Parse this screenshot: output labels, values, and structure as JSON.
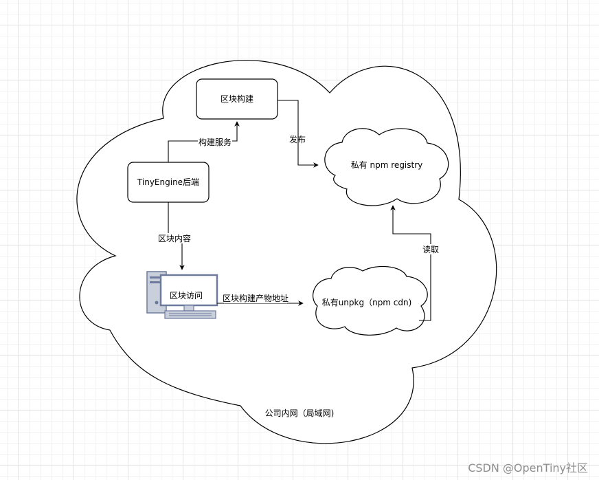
{
  "nodes": {
    "block_build": "区块构建",
    "tinyengine_backend": "TinyEngine后端",
    "npm_registry": "私有 npm registry",
    "block_access": "区块访问",
    "unpkg_cdn": "私有unpkg（npm cdn)",
    "intranet": "公司内网（局域网)"
  },
  "edges": {
    "build_service": "构建服务",
    "publish": "发布",
    "block_content": "区块内容",
    "artifact_address": "区块构建产物地址",
    "read": "读取"
  },
  "watermark": "CSDN @OpenTiny社区",
  "colors": {
    "stroke": "#000000",
    "computer_body": "#c9d0dc",
    "computer_frame": "#6d7a9c",
    "grid": "#e4e4e4",
    "watermark": "#8e8e8e"
  }
}
